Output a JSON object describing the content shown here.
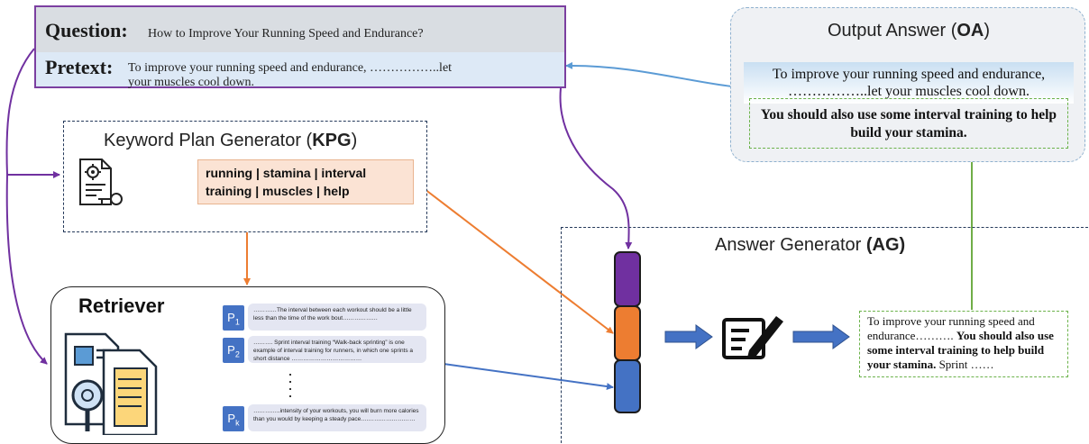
{
  "question": {
    "label": "Question:",
    "text": "How to Improve Your Running Speed and Endurance?",
    "pretext_label": "Pretext:",
    "pretext_line1": "To improve your running speed and endurance, ……………..let",
    "pretext_line2": "your muscles cool down."
  },
  "output_answer": {
    "title_prefix": "Output Answer (",
    "title_abbr": "OA",
    "title_suffix": ")",
    "answer_line1": "To improve your running speed and endurance,",
    "answer_line2": "……………..let your muscles cool down.",
    "generated": "You should also use some interval training to help build your stamina."
  },
  "kpg": {
    "title_prefix": "Keyword Plan Generator  (",
    "title_abbr": "KPG",
    "title_suffix": ")",
    "keywords_line1": "running | stamina | interval",
    "keywords_line2": "training | muscles | help",
    "icon": "document-gear-key-icon"
  },
  "retriever": {
    "title": "Retriever",
    "icon": "documents-magnifier-icon",
    "passages": [
      {
        "label": "P",
        "sub": "1",
        "text": "…………The interval between each workout should be a little less than the time of the work bout………………"
      },
      {
        "label": "P",
        "sub": "2",
        "text": "………. Sprint interval training “Walk-back sprinting” is one example of interval training for runners, in which one sprints a short distance ………………………………"
      },
      {
        "label": "P",
        "sub": "k",
        "text": "…………..intensity of your workouts, you will burn more calories than you would by keeping a steady pace.………………………"
      }
    ]
  },
  "answer_generator": {
    "title_prefix": "Answer Generator ",
    "title_abbr": "(AG)",
    "segments": [
      {
        "role": "pretext",
        "color": "#7030a0"
      },
      {
        "role": "keywords",
        "color": "#ed7d31"
      },
      {
        "role": "passages",
        "color": "#4472c4"
      }
    ],
    "writer_icon": "edit-document-icon",
    "generated_plain": "To improve your running speed and endurance………. ",
    "generated_bold": "You should also use some interval training to help build your stamina.",
    "generated_tail": " Sprint ……"
  },
  "colors": {
    "purple": "#7030a0",
    "orange": "#ed7d31",
    "blue_arrow": "#4472c4",
    "light_blue_arrow": "#5b9bd5",
    "green": "#70ad47"
  }
}
